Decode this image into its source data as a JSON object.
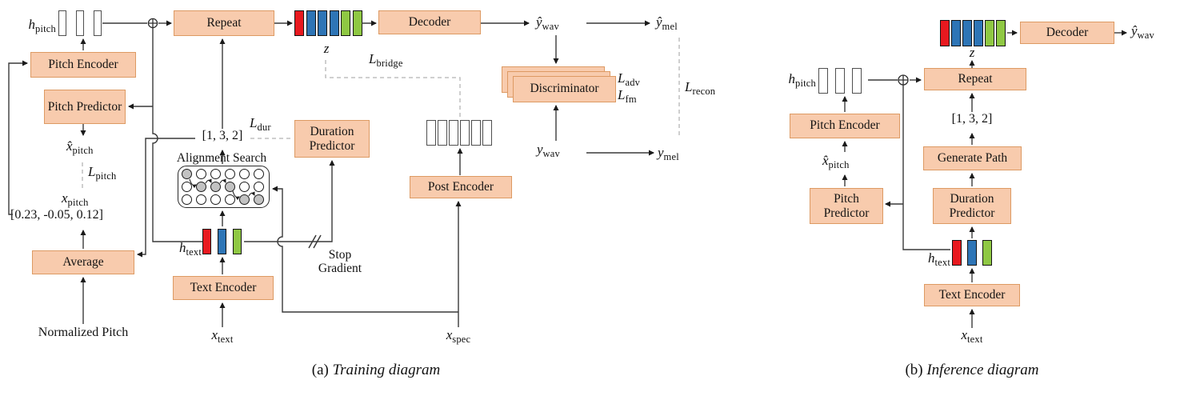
{
  "colors": {
    "box_fill": "#f8cbad",
    "box_border": "#dd9a63",
    "red": "#e8191f",
    "blue": "#2e75b6",
    "green": "#8fc843",
    "white": "#ffffff",
    "gray_circle": "#c2c2c2",
    "line": "#3a3a3a",
    "dashed": "#b5b5b5"
  },
  "diagram_a": {
    "caption_prefix": "(a)",
    "caption_text": "Training diagram",
    "nodes": {
      "pitch_encoder": "Pitch Encoder",
      "pitch_predictor": "Pitch Predictor",
      "average": "Average",
      "repeat": "Repeat",
      "decoder": "Decoder",
      "duration_predictor": "Duration Predictor",
      "alignment_search": "Alignment Search",
      "text_encoder": "Text Encoder",
      "post_encoder": "Post Encoder",
      "discriminator": "Discriminator"
    },
    "labels": {
      "h_pitch": {
        "base": "h",
        "sub": "pitch"
      },
      "x_hat_pitch": {
        "base": "x̂",
        "sub": "pitch"
      },
      "l_pitch": {
        "base": "L",
        "sub": "pitch"
      },
      "x_pitch": {
        "base": "x",
        "sub": "pitch"
      },
      "pitch_values": "[0.23, -0.05, 0.12]",
      "normalized_pitch": "Normalized Pitch",
      "durations": "[1, 3, 2]",
      "l_dur": {
        "base": "L",
        "sub": "dur"
      },
      "stop_gradient": "Stop Gradient",
      "h_text": {
        "base": "h",
        "sub": "text"
      },
      "x_text": {
        "base": "x",
        "sub": "text"
      },
      "x_spec": {
        "base": "x",
        "sub": "spec"
      },
      "z": "z",
      "l_bridge": {
        "base": "L",
        "sub": "bridge"
      },
      "y_hat_wav": {
        "base": "ŷ",
        "sub": "wav"
      },
      "y_hat_mel": {
        "base": "ŷ",
        "sub": "mel"
      },
      "y_wav": {
        "base": "y",
        "sub": "wav"
      },
      "y_mel": {
        "base": "y",
        "sub": "mel"
      },
      "l_adv": {
        "base": "L",
        "sub": "adv"
      },
      "l_fm": {
        "base": "L",
        "sub": "fm"
      },
      "l_recon": {
        "base": "L",
        "sub": "recon"
      }
    },
    "z_blocks": [
      "red",
      "blue",
      "blue",
      "blue",
      "green",
      "green"
    ],
    "h_text_blocks": [
      "red",
      "blue",
      "green"
    ],
    "h_pitch_blocks": [
      "white",
      "white",
      "white"
    ],
    "post_blocks": [
      "white",
      "white",
      "white",
      "white",
      "white",
      "white"
    ],
    "alignment_grid": [
      [
        1,
        0,
        0,
        0,
        0,
        0
      ],
      [
        0,
        1,
        1,
        1,
        0,
        0
      ],
      [
        0,
        0,
        0,
        0,
        1,
        1
      ]
    ],
    "discriminator_layers": 3
  },
  "diagram_b": {
    "caption_prefix": "(b)",
    "caption_text": "Inference diagram",
    "nodes": {
      "pitch_encoder": "Pitch Encoder",
      "pitch_predictor": "Pitch Predictor",
      "repeat": "Repeat",
      "decoder": "Decoder",
      "generate_path": "Generate Path",
      "duration_predictor": "Duration Predictor",
      "text_encoder": "Text Encoder"
    },
    "labels": {
      "h_pitch": {
        "base": "h",
        "sub": "pitch"
      },
      "x_hat_pitch": {
        "base": "x̂",
        "sub": "pitch"
      },
      "durations": "[1, 3, 2]",
      "h_text": {
        "base": "h",
        "sub": "text"
      },
      "x_text": {
        "base": "x",
        "sub": "text"
      },
      "z": "z",
      "y_hat_wav": {
        "base": "ŷ",
        "sub": "wav"
      }
    },
    "z_blocks": [
      "red",
      "blue",
      "blue",
      "blue",
      "green",
      "green"
    ],
    "h_text_blocks": [
      "red",
      "blue",
      "green"
    ],
    "h_pitch_blocks": [
      "white",
      "white",
      "white"
    ]
  }
}
